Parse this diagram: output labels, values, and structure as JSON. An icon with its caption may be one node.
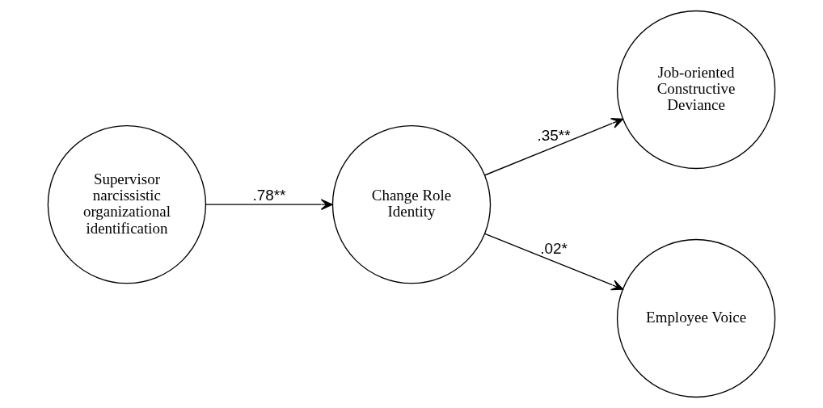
{
  "diagram": {
    "nodes": [
      {
        "text": [
          "Supervisor narcissistic organizational identification"
        ]
      },
      {
        "text": [
          "Change Role Identity"
        ]
      },
      {
        "text": [
          "Job-oriented Constructive Deviance"
        ]
      },
      {
        "text": [
          "Employee Voice"
        ]
      }
    ],
    "edges": [
      {
        "from": 0,
        "to": 1,
        "arrow": "to",
        "label": ".78**"
      },
      {
        "from": 1,
        "to": 2,
        "arrow": "to",
        "label": ".35**"
      },
      {
        "from": 1,
        "to": 3,
        "arrow": "to",
        "label": ".02*"
      }
    ]
  }
}
